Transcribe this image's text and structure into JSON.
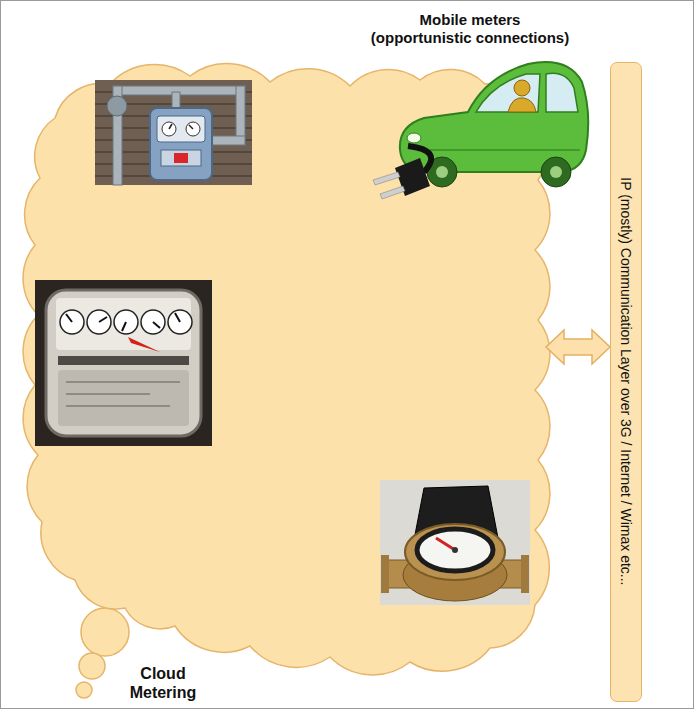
{
  "diagram": {
    "nodes": [
      {
        "text": [
          "Cloud Metering"
        ]
      },
      {
        "text": [
          "Mobile meters (opportunistic connections)"
        ]
      },
      {
        "text": [
          "Gas Metering"
        ],
        "in": 0
      },
      {
        "text": [
          "Electricity Metering"
        ],
        "in": 0
      },
      {
        "text": [
          "Water Metering"
        ],
        "in": 0
      },
      {
        "text": [
          "IP (mostly) Communication Layer over 3G / Internet / Wimax etc..."
        ]
      }
    ],
    "edges": [
      {
        "from": 0,
        "to": 5,
        "arrow": "both"
      }
    ]
  }
}
